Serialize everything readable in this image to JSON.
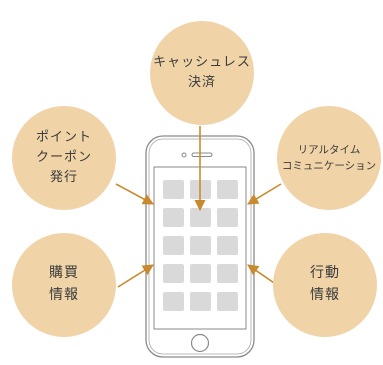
{
  "bubbles": {
    "cashless": {
      "line1": "キャッシュレス",
      "line2": "決済"
    },
    "point_coupon": {
      "line1": "ポイント",
      "line2": "クーポン",
      "line3": "発行"
    },
    "realtime_comm": {
      "line1": "リアルタイム",
      "line2": "コミュニケーション"
    },
    "purchase_info": {
      "line1": "購買",
      "line2": "情報"
    },
    "action_info": {
      "line1": "行動",
      "line2": "情報"
    }
  },
  "colors": {
    "bubble": "#f0d4a8",
    "arrow": "#c98a2e",
    "phone_outline": "#8a8a8a",
    "app_tile": "#d9d9d9",
    "text": "#3a3a3a"
  },
  "phone": {
    "icon": "smartphone-icon",
    "app_grid_rows": 5,
    "app_grid_cols": 3
  }
}
